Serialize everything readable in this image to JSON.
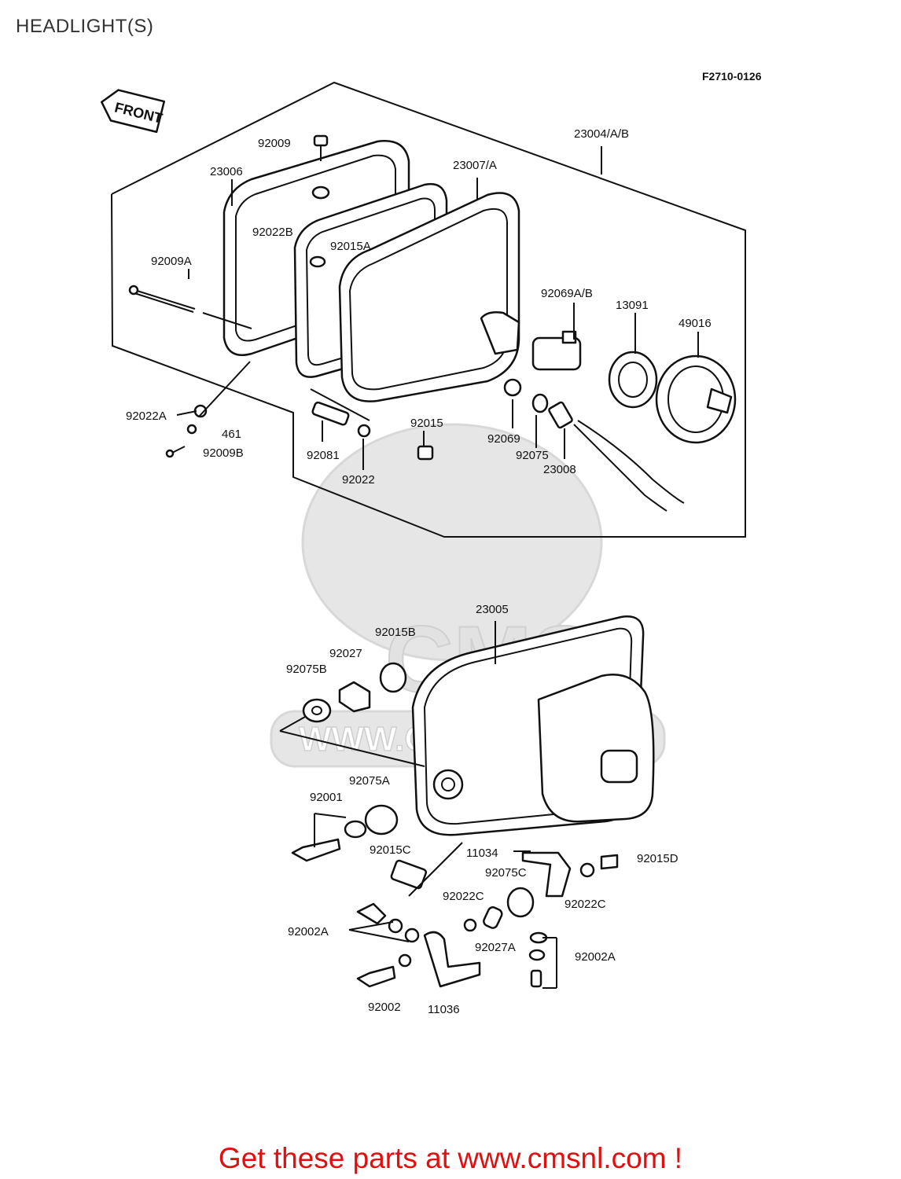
{
  "page": {
    "title": "HEADLIGHT(S)",
    "ref_code": "F2710-0126",
    "front_tag": "FRONT",
    "watermark": {
      "brand": "CMS",
      "url": "WWW.CMSNL.COM"
    },
    "footer": "Get these parts at www.cmsnl.com !"
  },
  "parts": {
    "p23004": "23004/A/B",
    "p92009": "92009",
    "p23006": "23006",
    "p23007": "23007/A",
    "p92022B": "92022B",
    "p92015A": "92015A",
    "p92009A": "92009A",
    "p92069AB": "92069A/B",
    "p13091": "13091",
    "p49016": "49016",
    "p92022A": "92022A",
    "p461": "461",
    "p92009B": "92009B",
    "p92081": "92081",
    "p92022": "92022",
    "p92015": "92015",
    "p92069": "92069",
    "p92075": "92075",
    "p23008": "23008",
    "p23005": "23005",
    "p92015B": "92015B",
    "p92027": "92027",
    "p92075B": "92075B",
    "p92075A": "92075A",
    "p92001": "92001",
    "p92015C": "92015C",
    "p11034": "11034",
    "p92015D": "92015D",
    "p92075C": "92075C",
    "p92022C_l": "92022C",
    "p92022C_r": "92022C",
    "p92002A_l": "92002A",
    "p92027A": "92027A",
    "p92002A_r": "92002A",
    "p92002": "92002",
    "p11036": "11036"
  },
  "colors": {
    "footer": "#e01010",
    "ink": "#111111",
    "watermark": "#e6e6e6"
  }
}
